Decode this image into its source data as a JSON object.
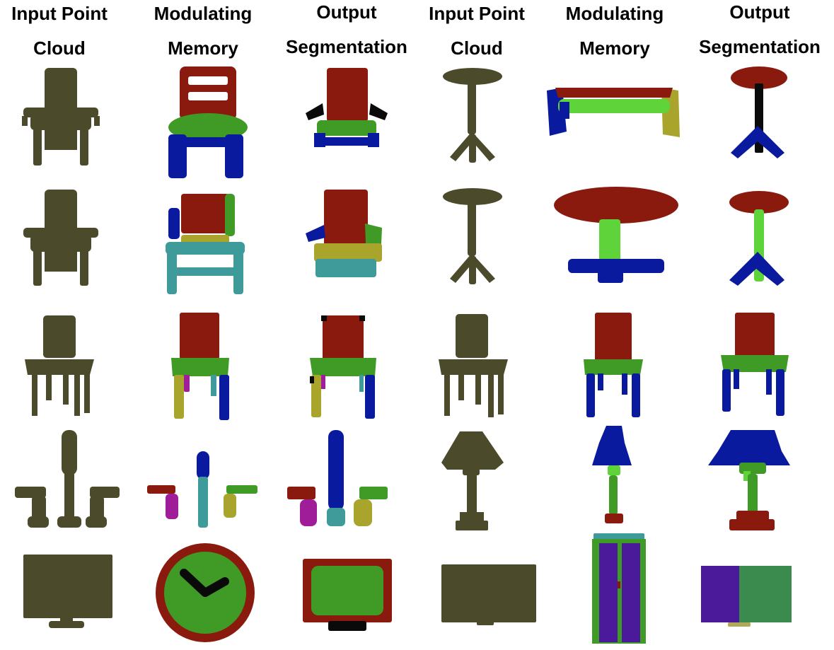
{
  "headers": [
    {
      "line1": "Input Point",
      "line2": "Cloud"
    },
    {
      "line1": "Modulating",
      "line2": "Memory"
    },
    {
      "line1": "Output",
      "line2": "Segmentation"
    },
    {
      "line1": "Input Point",
      "line2": "Cloud"
    },
    {
      "line1": "Modulating",
      "line2": "Memory"
    },
    {
      "line1": "Output",
      "line2": "Segmentation"
    }
  ],
  "colors": {
    "input": "#4b4a2a",
    "red": "#8b1a0e",
    "green": "#3f9b25",
    "lightgreen": "#5fd43a",
    "blue": "#0a1a9e",
    "teal": "#3f9a9a",
    "yellow": "#a9a52c",
    "magenta": "#a01d9a",
    "black": "#0a0a0a",
    "purple": "#4a1a9a",
    "seagreen": "#3b8a4e",
    "stand": "#b2a85a"
  }
}
